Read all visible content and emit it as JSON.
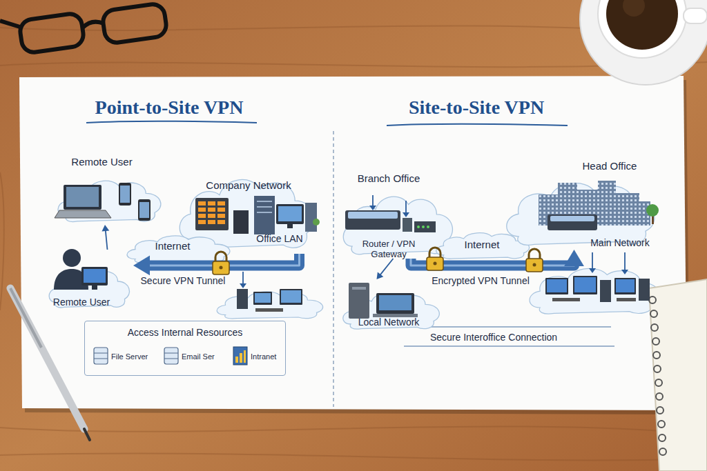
{
  "diagram": {
    "nodes": [
      {
        "text": [
          "Remote User"
        ]
      },
      {
        "text": [
          "Company Network",
          "Office LAN"
        ]
      },
      {
        "text": [
          "Internet"
        ]
      },
      {
        "text": [
          "Remote User"
        ]
      },
      {
        "text": [
          "Access Internal Resources"
        ]
      },
      {
        "text": [
          "File Server"
        ],
        "in": 4
      },
      {
        "text": [
          "Email Ser"
        ],
        "in": 4
      },
      {
        "text": [
          "Intranet"
        ],
        "in": 4
      },
      {
        "text": [
          "Branch Office",
          "Router / VPN Gateway"
        ]
      },
      {
        "text": [
          "Internet"
        ]
      },
      {
        "text": [
          "Local Network"
        ]
      },
      {
        "text": [
          "Head Office",
          "Main Network"
        ]
      }
    ],
    "edges": [
      {
        "from": 1,
        "to": 3,
        "label": "Secure VPN Tunnel",
        "arrow": "to"
      },
      {
        "from": 3,
        "to": 0,
        "arrow": "to"
      },
      {
        "from": 8,
        "to": 11,
        "label": "Encrypted VPN Tunnel",
        "arrow": "to"
      },
      {
        "from": 8,
        "to": 10,
        "arrow": "to"
      }
    ],
    "labels": [
      "Point-to-Site VPN",
      "Site-to-Site VPN",
      "Secure Interoffice Connection"
    ]
  }
}
